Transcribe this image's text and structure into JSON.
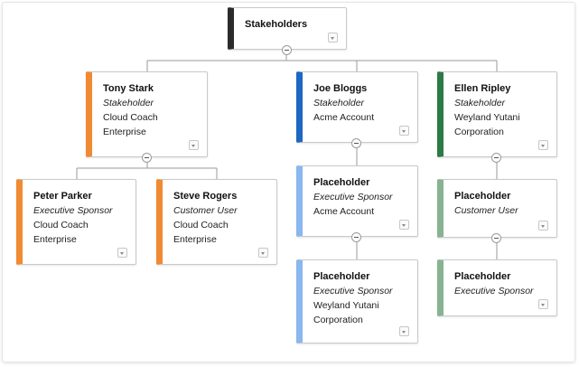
{
  "colors": {
    "dark": "#2b2b2b",
    "orange": "#f08a33",
    "blue": "#1e67c2",
    "light_blue": "#89b7ef",
    "green": "#2c7a45",
    "light_green": "#88b392",
    "connector": "#9a9a9a"
  },
  "icons": {
    "menu": "chevron-down-icon",
    "collapse": "minus-circle-icon"
  },
  "root": {
    "name": "Stakeholders"
  },
  "branches": [
    {
      "name": "Tony Stark",
      "role": "Stakeholder",
      "detail": "Cloud Coach\nEnterprise",
      "children": [
        {
          "name": "Peter Parker",
          "role": "Executive Sponsor",
          "detail": "Cloud Coach\nEnterprise"
        },
        {
          "name": "Steve Rogers",
          "role": "Customer User",
          "detail": "Cloud Coach\nEnterprise"
        }
      ]
    },
    {
      "name": "Joe Bloggs",
      "role": "Stakeholder",
      "detail": "Acme Account",
      "children": [
        {
          "name": "Placeholder",
          "role": "Executive Sponsor",
          "detail": "Acme Account",
          "children": [
            {
              "name": "Placeholder",
              "role": "Executive Sponsor",
              "detail": "Weyland Yutani\nCorporation"
            }
          ]
        }
      ]
    },
    {
      "name": "Ellen Ripley",
      "role": "Stakeholder",
      "detail": "Weyland Yutani\nCorporation",
      "children": [
        {
          "name": "Placeholder",
          "role": "Customer User",
          "detail": "",
          "children": [
            {
              "name": "Placeholder",
              "role": "Executive Sponsor",
              "detail": ""
            }
          ]
        }
      ]
    }
  ]
}
